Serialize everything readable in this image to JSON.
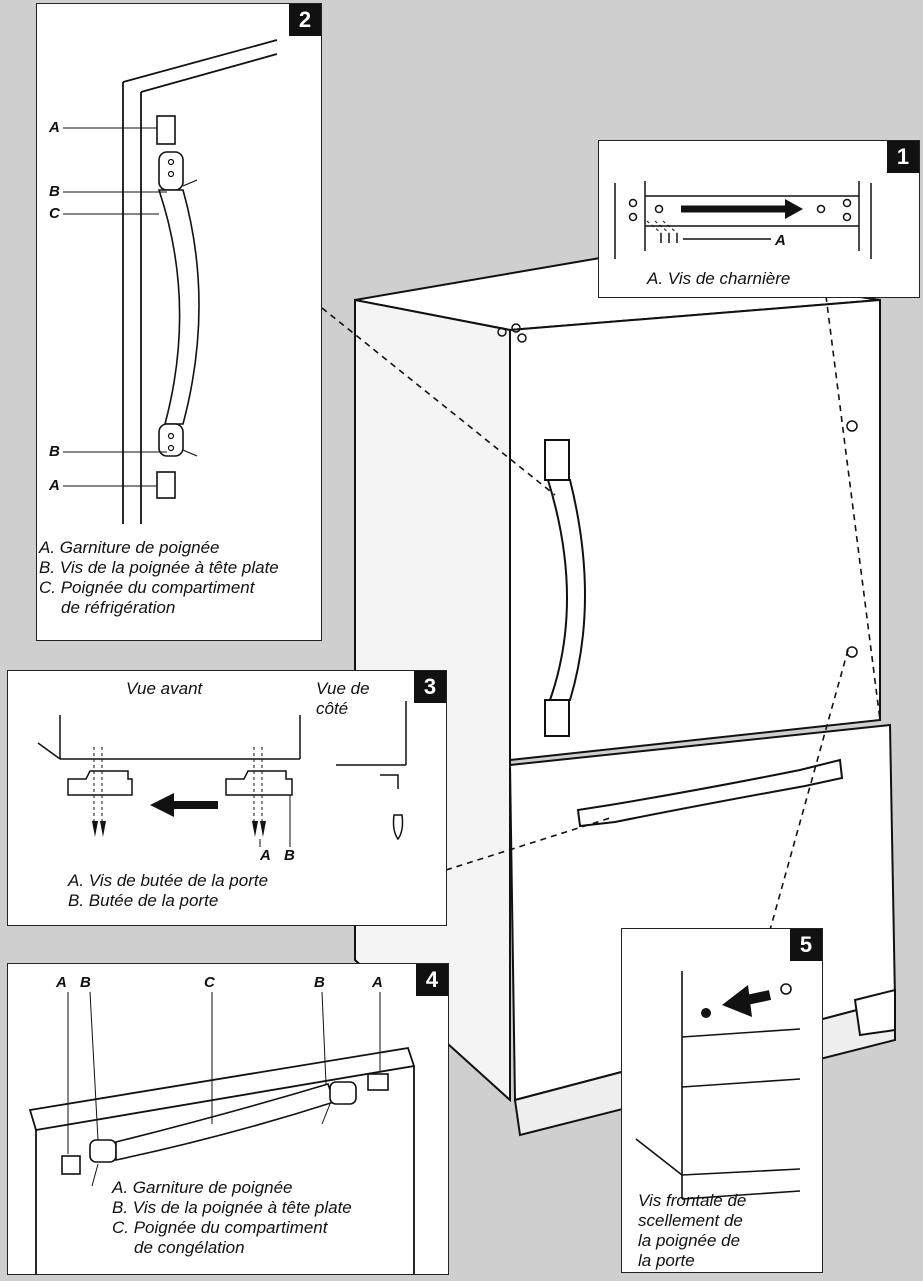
{
  "panel1": {
    "badge": "1",
    "callout": "A",
    "caption": "A. Vis de charnière"
  },
  "panel2": {
    "badge": "2",
    "callouts": [
      "A",
      "B",
      "C",
      "B",
      "A"
    ],
    "legend": [
      "A. Garniture de poignée",
      "B. Vis de la poignée à tête plate",
      "C. Poignée du compartiment",
      "de réfrigération"
    ]
  },
  "panel3": {
    "badge": "3",
    "front_title": "Vue avant",
    "side_title_1": "Vue de",
    "side_title_2": "côté",
    "callout_a": "A",
    "callout_b": "B",
    "legend": [
      "A. Vis de butée de la porte",
      "B. Butée de la porte"
    ]
  },
  "panel4": {
    "badge": "4",
    "callouts": [
      "A",
      "B",
      "C",
      "B",
      "A"
    ],
    "legend": [
      "A. Garniture de poignée",
      "B. Vis de la poignée à tête plate",
      "C. Poignée du compartiment",
      "de congélation"
    ]
  },
  "panel5": {
    "badge": "5",
    "caption": [
      "Vis frontale de",
      "scellement de",
      "la poignée de",
      "la porte"
    ]
  },
  "colors": {
    "background": "#cfcfcf",
    "panel": "#ffffff",
    "line": "#111111",
    "badge": "#111111"
  }
}
